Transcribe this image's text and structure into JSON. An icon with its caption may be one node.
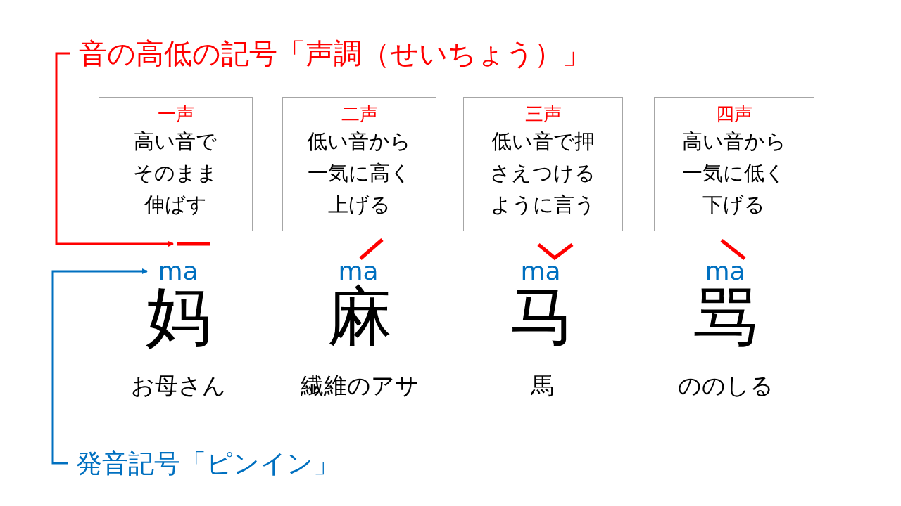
{
  "diagram": {
    "nodes": [
      {
        "text": [
          "音の高低の記号「声調（せいちょう）」"
        ]
      },
      {
        "text": [
          "一声",
          "高い音でそのまま伸ばす"
        ]
      },
      {
        "text": [
          "二声",
          "低い音から一気に高く上げる"
        ]
      },
      {
        "text": [
          "三声",
          "低い音で押さえつけるように言う"
        ]
      },
      {
        "text": [
          "四声",
          "高い音から一気に低く下げる"
        ]
      },
      {
        "text": [],
        "shape": "line"
      },
      {
        "text": [],
        "shape": "line"
      },
      {
        "text": [],
        "shape": "line"
      },
      {
        "text": [],
        "shape": "line"
      },
      {
        "text": [
          "ma"
        ]
      },
      {
        "text": [
          "ma"
        ]
      },
      {
        "text": [
          "ma"
        ]
      },
      {
        "text": [
          "ma"
        ]
      },
      {
        "text": [
          "発音記号「ピンイン」"
        ]
      }
    ],
    "edges": [
      {
        "from": 0,
        "to": 5,
        "arrow": "to",
        "color": "#ff0000"
      },
      {
        "from": 13,
        "to": 9,
        "arrow": "to",
        "color": "#0070c0"
      }
    ],
    "labels": [
      "妈",
      "麻",
      "马",
      "骂",
      "お母さん",
      "繊維のアサ",
      "馬",
      "ののしる"
    ]
  }
}
